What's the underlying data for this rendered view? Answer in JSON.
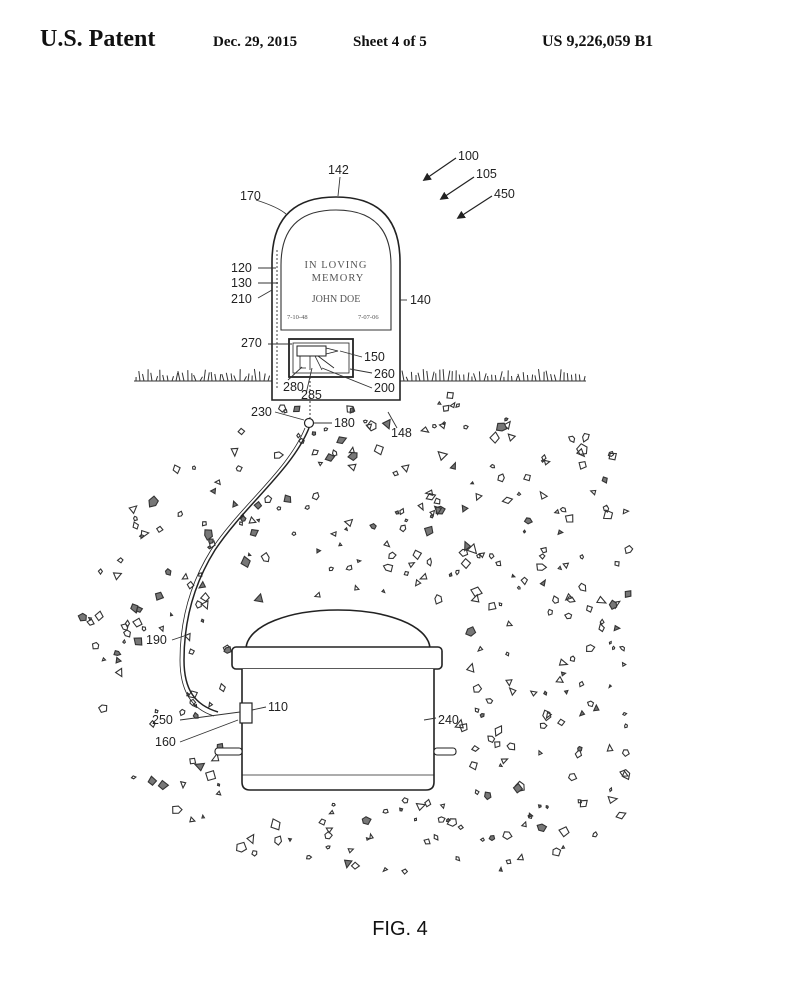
{
  "header": {
    "patent_label": "U.S. Patent",
    "date": "Dec. 29, 2015",
    "sheet": "Sheet 4 of 5",
    "patent_number": "US 9,226,059 B1"
  },
  "headstone": {
    "line1": "IN LOVING",
    "line2": "MEMORY",
    "name": "JOHN DOE",
    "birth": "7-10-48",
    "death": "7-07-06"
  },
  "references": {
    "r100": "100",
    "r105": "105",
    "r450": "450",
    "r142": "142",
    "r170": "170",
    "r120": "120",
    "r130": "130",
    "r210": "210",
    "r140": "140",
    "r270": "270",
    "r150": "150",
    "r260": "260",
    "r280": "280",
    "r200": "200",
    "r285": "285",
    "r230": "230",
    "r180": "180",
    "r148": "148",
    "r190": "190",
    "r250": "250",
    "r110": "110",
    "r160": "160",
    "r240": "240"
  },
  "figure_label": "FIG. 4"
}
